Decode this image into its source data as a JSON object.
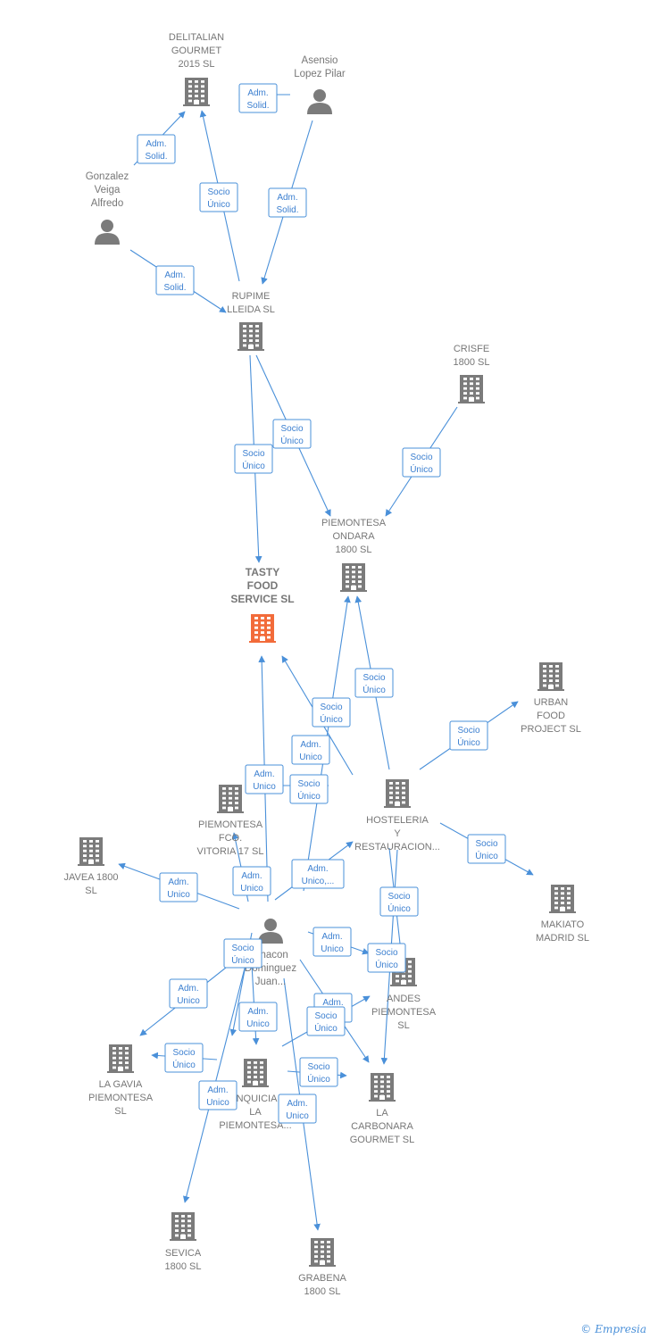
{
  "colors": {
    "edge": "#4a90d9",
    "building": "#7b7b7b",
    "focus": "#f26b3a",
    "person": "#7b7b7b"
  },
  "brand": {
    "copyright": "©",
    "name": "Empresia"
  },
  "nodes": [
    {
      "id": "delitalian",
      "type": "company",
      "label": [
        "DELITALIAN",
        "GOURMET",
        "2015  SL"
      ]
    },
    {
      "id": "asensio",
      "type": "person",
      "label": [
        "Asensio",
        "Lopez Pilar"
      ]
    },
    {
      "id": "gonzalez",
      "type": "person",
      "label": [
        "Gonzalez",
        "Veiga",
        "Alfredo"
      ]
    },
    {
      "id": "rupime",
      "type": "company",
      "label": [
        "RUPIME",
        "LLEIDA SL"
      ]
    },
    {
      "id": "crisfe",
      "type": "company",
      "label": [
        "CRISFE",
        "1800   SL"
      ]
    },
    {
      "id": "piem_ondara",
      "type": "company",
      "label": [
        "PIEMONTESA",
        "ONDARA",
        "1800  SL"
      ]
    },
    {
      "id": "tasty",
      "type": "focus",
      "label": [
        "TASTY",
        "FOOD",
        "SERVICE  SL"
      ]
    },
    {
      "id": "urban",
      "type": "company",
      "label": [
        "URBAN",
        "FOOD",
        "PROJECT SL"
      ]
    },
    {
      "id": "piem_vitoria",
      "type": "company",
      "label": [
        "PIEMONTESA",
        "FCO.",
        "VITORIA 17  SL"
      ]
    },
    {
      "id": "hosteleria",
      "type": "company",
      "label": [
        "HOSTELERIA",
        "Y",
        "RESTAURACION..."
      ]
    },
    {
      "id": "javea",
      "type": "company",
      "label": [
        "JAVEA 1800",
        "SL"
      ]
    },
    {
      "id": "makiato",
      "type": "company",
      "label": [
        "MAKIATO",
        "MADRID  SL"
      ]
    },
    {
      "id": "chacon",
      "type": "person",
      "label": [
        "Chacon",
        "Dominguez",
        "Juan..."
      ]
    },
    {
      "id": "andes",
      "type": "company",
      "label": [
        "ANDES",
        "PIEMONTESA",
        "SL"
      ]
    },
    {
      "id": "gavia",
      "type": "company",
      "label": [
        "LA GAVIA",
        "PIEMONTESA",
        "SL"
      ]
    },
    {
      "id": "inquicia",
      "type": "company",
      "label": [
        "INQUICIA",
        "LA",
        "PIEMONTESA..."
      ]
    },
    {
      "id": "carbonara",
      "type": "company",
      "label": [
        "LA",
        "CARBONARA",
        "GOURMET  SL"
      ]
    },
    {
      "id": "sevica",
      "type": "company",
      "label": [
        "SEVICA",
        "1800  SL"
      ]
    },
    {
      "id": "grabena",
      "type": "company",
      "label": [
        "GRABENA",
        "1800  SL"
      ]
    }
  ],
  "edges": [
    {
      "from": "asensio",
      "to": "delitalian",
      "label": [
        "Adm.",
        "Solid."
      ]
    },
    {
      "from": "gonzalez",
      "to": "delitalian",
      "label": [
        "Adm.",
        "Solid."
      ]
    },
    {
      "from": "rupime",
      "to": "delitalian",
      "label": [
        "Socio",
        "Único"
      ]
    },
    {
      "from": "asensio",
      "to": "rupime",
      "label": [
        "Adm.",
        "Solid."
      ]
    },
    {
      "from": "gonzalez",
      "to": "rupime",
      "label": [
        "Adm.",
        "Solid."
      ]
    },
    {
      "from": "rupime",
      "to": "piem_ondara",
      "label": [
        "Socio",
        "Único"
      ]
    },
    {
      "from": "rupime",
      "to": "tasty",
      "label": [
        "Socio",
        "Único"
      ]
    },
    {
      "from": "crisfe",
      "to": "piem_ondara",
      "label": [
        "Socio",
        "Único"
      ]
    },
    {
      "from": "hosteleria",
      "to": "piem_ondara",
      "label": [
        "Socio",
        "Único"
      ]
    },
    {
      "from": "chacon",
      "to": "piem_ondara",
      "label": [
        "Socio",
        "Único"
      ]
    },
    {
      "from": "hosteleria",
      "to": "tasty",
      "label": [
        "Adm.",
        "Unico"
      ]
    },
    {
      "from": "chacon",
      "to": "tasty",
      "label": [
        "Adm.",
        "Unico"
      ]
    },
    {
      "from": "hosteleria",
      "to": "urban",
      "label": [
        "Socio",
        "Único"
      ]
    },
    {
      "from": "hosteleria",
      "to": "piem_vitoria",
      "label": [
        "Socio",
        "Único"
      ]
    },
    {
      "from": "chacon",
      "to": "piem_vitoria",
      "label": [
        "Adm.",
        "Unico"
      ]
    },
    {
      "from": "chacon",
      "to": "hosteleria",
      "label": [
        "Adm.",
        "Unico,..."
      ]
    },
    {
      "from": "hosteleria",
      "to": "makiato",
      "label": [
        "Socio",
        "Único"
      ]
    },
    {
      "from": "chacon",
      "to": "javea",
      "label": [
        "Adm.",
        "Unico"
      ]
    },
    {
      "from": "hosteleria",
      "to": "andes",
      "label": [
        "Socio",
        "Único"
      ]
    },
    {
      "from": "chacon",
      "to": "andes",
      "label": [
        "Adm.",
        "Unico"
      ]
    },
    {
      "from": "hosteleria",
      "to": "carbonara",
      "label": [
        "Socio",
        "Único"
      ]
    },
    {
      "from": "chacon",
      "to": "carbonara",
      "label": [
        "Adm.",
        "Unico"
      ]
    },
    {
      "from": "chacon",
      "to": "gavia",
      "label": [
        "Adm.",
        "Unico"
      ]
    },
    {
      "from": "inquicia",
      "to": "gavia",
      "label": [
        "Socio",
        "Único"
      ]
    },
    {
      "from": "chacon",
      "to": "inquicia",
      "label": [
        "Adm.",
        "Unico"
      ]
    },
    {
      "from": "inquicia",
      "to": "andes",
      "label": [
        "Socio",
        "Único"
      ]
    },
    {
      "from": "inquicia",
      "to": "carbonara",
      "label": [
        "Socio",
        "Único"
      ]
    },
    {
      "from": "chacon",
      "to": "sevica",
      "label": [
        "Adm.",
        "Unico"
      ]
    },
    {
      "from": "hosteleria",
      "to": "sevica",
      "label": [
        "Socio",
        "Único"
      ]
    },
    {
      "from": "chacon",
      "to": "grabena",
      "label": [
        "Adm.",
        "Unico"
      ]
    }
  ]
}
